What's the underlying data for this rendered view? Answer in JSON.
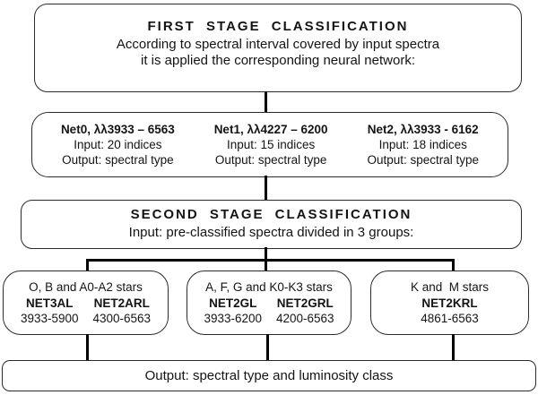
{
  "stage1": {
    "title": "FIRST STAGE CLASSIFICATION",
    "line1": "According to spectral interval covered by input spectra",
    "line2": "it is applied the corresponding neural network:"
  },
  "networks": [
    {
      "name": "Net0, λλ3933 – 6563",
      "input": "Input: 20 indices",
      "output": "Output: spectral type"
    },
    {
      "name": "Net1, λλ4227 – 6200",
      "input": "Input: 15 indices",
      "output": "Output: spectral type"
    },
    {
      "name": "Net2, λλ3933 - 6162",
      "input": "Input: 18 indices",
      "output": "Output: spectral type"
    }
  ],
  "stage2": {
    "title": "SECOND STAGE CLASSIFICATION",
    "line1": "Input: pre-classified spectra divided in 3 groups:"
  },
  "groups": [
    {
      "label": "O, B and A0-A2 stars",
      "nets": [
        {
          "name": "NET3AL",
          "range": "3933-5900"
        },
        {
          "name": "NET2ARL",
          "range": "4300-6563"
        }
      ]
    },
    {
      "label": "A, F, G and K0-K3 stars",
      "nets": [
        {
          "name": "NET2GL",
          "range": "3933-6200"
        },
        {
          "name": "NET2GRL",
          "range": "4200-6563"
        }
      ]
    },
    {
      "label": "K and  M stars",
      "nets": [
        {
          "name": "NET2KRL",
          "range": "4861-6563"
        }
      ]
    }
  ],
  "output": {
    "label": "Output: spectral type and luminosity class"
  },
  "colors": {
    "background": "#ffffff",
    "border": "#2b2b2b",
    "line": "#000000",
    "text": "#141414"
  }
}
